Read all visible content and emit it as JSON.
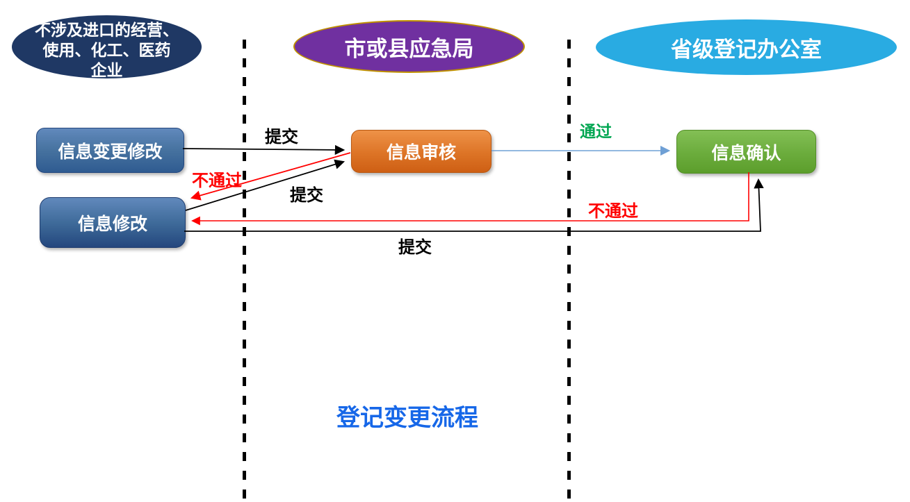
{
  "slide_title": {
    "text": "登记变更流程",
    "color": "#1667E8"
  },
  "lane_headers": [
    {
      "name": "enterprise",
      "label": "不涉及进口的经营、使用、化工、医药企业",
      "line1": "不涉及进口的经营、",
      "line2": "使用、化工、医药",
      "line3": "企业",
      "fill": "#1F3864",
      "text_color": "#FFFFFF"
    },
    {
      "name": "city_or_county_emergency_bureau",
      "label": "市或县应急局",
      "fill": "#7030A0",
      "border_color": "#BF9000",
      "text_color": "#FFFFFF"
    },
    {
      "name": "provincial_registration_office",
      "label": "省级登记办公室",
      "fill": "#29ABE2",
      "text_color": "#FFFFFF"
    }
  ],
  "nodes": [
    {
      "name": "info_change_edit",
      "label": "信息变更修改",
      "color": "#46729F",
      "text_color": "#FFFFFF"
    },
    {
      "name": "info_edit",
      "label": "信息修改",
      "color": "#3F6B9A",
      "text_color": "#FFFFFF"
    },
    {
      "name": "info_review",
      "label": "信息审核",
      "color": "#DD7426",
      "text_color": "#FFFFFF"
    },
    {
      "name": "info_confirm",
      "label": "信息确认",
      "color": "#6BAC3C",
      "text_color": "#FFFFFF"
    }
  ],
  "edge_labels": [
    {
      "name": "submit_top",
      "text": "提交",
      "color": "#000000"
    },
    {
      "name": "fail_left",
      "text": "不通过",
      "color": "#FF0000"
    },
    {
      "name": "submit_mid",
      "text": "提交",
      "color": "#000000"
    },
    {
      "name": "pass",
      "text": "通过",
      "color": "#00A651"
    },
    {
      "name": "fail_right",
      "text": "不通过",
      "color": "#FF0000"
    },
    {
      "name": "submit_bottom",
      "text": "提交",
      "color": "#000000"
    }
  ],
  "edges": [
    {
      "name": "submit-change-edit-to-review",
      "from": "info_change_edit",
      "to": "info_review",
      "label": "提交",
      "color": "#000000"
    },
    {
      "name": "review-fail-to-info-edit",
      "from": "info_review",
      "to": "info_edit",
      "label": "不通过",
      "color": "#FF0000"
    },
    {
      "name": "submit-edit-to-review",
      "from": "info_edit",
      "to": "info_review",
      "label": "提交",
      "color": "#000000"
    },
    {
      "name": "review-pass-to-confirm",
      "from": "info_review",
      "to": "info_confirm",
      "label": "通过",
      "color": "#6FA0D5"
    },
    {
      "name": "confirm-fail-to-info-edit",
      "from": "info_confirm",
      "to": "info_edit",
      "label": "不通过",
      "color": "#FF0000"
    },
    {
      "name": "submit-edit-to-confirm",
      "from": "info_edit",
      "to": "info_confirm",
      "label": "提交",
      "color": "#000000"
    }
  ]
}
